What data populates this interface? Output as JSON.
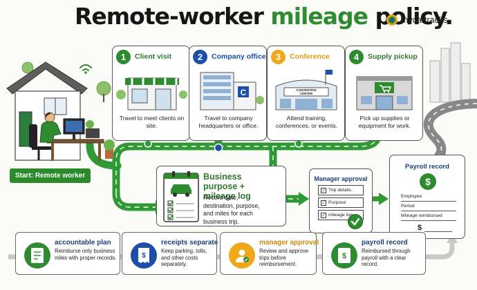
{
  "title": {
    "prefix": "Remote-worker ",
    "highlight": "mileage",
    "suffix": " policy."
  },
  "brand": {
    "name": "mycartracks"
  },
  "colors": {
    "green": "#2e8b2f",
    "blue": "#1b4fa8",
    "orange": "#f0a818",
    "navy": "#1b3e78",
    "road": "#2f9a35"
  },
  "destinations": [
    {
      "number": "1",
      "title": "Client visit",
      "description": "Travel to meet clients on site.",
      "color": "#2e8b2f"
    },
    {
      "number": "2",
      "title": "Company office",
      "description": "Travel to company headquarters or office.",
      "color": "#1b4fa8",
      "sign": "C"
    },
    {
      "number": "3",
      "title": "Conference",
      "description": "Attend training, conferences, or events.",
      "color": "#f0a818",
      "sign": "CONVENTION CENTER"
    },
    {
      "number": "4",
      "title": "Supply pickup",
      "description": "Pick up supplies or equipment for work.",
      "color": "#2e8b2f"
    }
  ],
  "start": {
    "label": "Start: Remote worker"
  },
  "purpose": {
    "title": "Business purpose + mileage log",
    "description": "Record date, destination, purpose, and miles for each business trip."
  },
  "approval": {
    "title": "Manager approval",
    "items": [
      "Trip details",
      "Purpose",
      "mileage log"
    ]
  },
  "payroll": {
    "title": "Payroll record",
    "fields": [
      "Employee",
      "Period",
      "Mileage reimbursed"
    ],
    "currency": "$"
  },
  "steps": [
    {
      "title": "accountable plan",
      "description": "Reimburse only business miles with proper records."
    },
    {
      "title": "receipts separate",
      "description": "Keep parking, tolls, and other costs separately."
    },
    {
      "title": "manager approval",
      "description": "Review and approve trips before reimbursement."
    },
    {
      "title": "payroll record",
      "description": "Reimbursed through payroll with a clear record."
    }
  ]
}
